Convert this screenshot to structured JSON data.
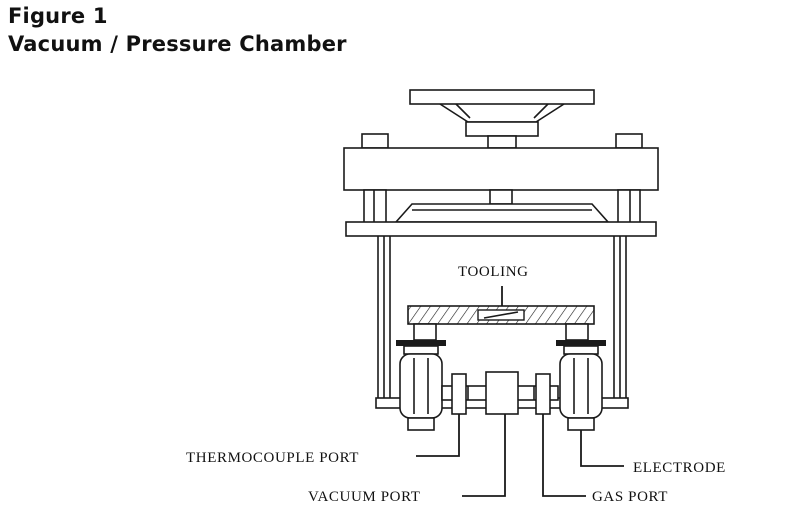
{
  "header": {
    "figure_number": "Figure 1",
    "title": "Vacuum / Pressure Chamber"
  },
  "labels": {
    "tooling": "TOOLING",
    "thermocouple_port": "THERMOCOUPLE PORT",
    "vacuum_port": "VACUUM PORT",
    "gas_port": "GAS PORT",
    "electrode": "ELECTRODE"
  }
}
